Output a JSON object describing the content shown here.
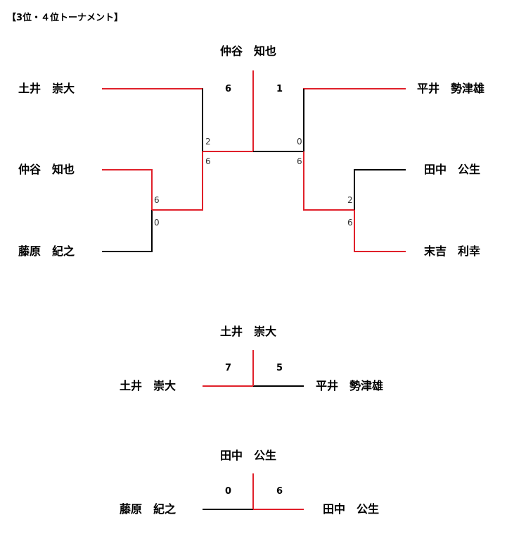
{
  "title": "【3位・４位トーナメント】",
  "colors": {
    "winner": "#e0202a",
    "loser": "#000000"
  },
  "bracket1": {
    "champion": "仲谷　知也",
    "final_scores": {
      "left": "6",
      "right": "1"
    },
    "left": {
      "top": "土井　崇大",
      "mid": "仲谷　知也",
      "bottom": "藤原　紀之",
      "r1_scores": {
        "top": "6",
        "bottom": "0"
      },
      "r2_scores": {
        "top": "2",
        "bottom": "6"
      }
    },
    "right": {
      "top": "平井　勢津雄",
      "mid": "田中　公生",
      "bottom": "末吉　利幸",
      "r1_scores": {
        "top": "2",
        "bottom": "6"
      },
      "r2_scores": {
        "top": "0",
        "bottom": "6"
      }
    }
  },
  "match2": {
    "winner": "土井　崇大",
    "left": "土井　崇大",
    "right": "平井　勢津雄",
    "scores": {
      "left": "7",
      "right": "5"
    }
  },
  "match3": {
    "winner": "田中　公生",
    "left": "藤原　紀之",
    "right": "田中　公生",
    "scores": {
      "left": "0",
      "right": "6"
    }
  }
}
